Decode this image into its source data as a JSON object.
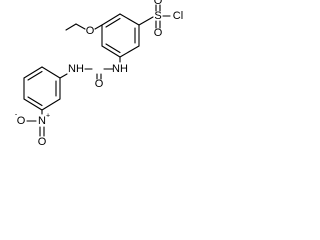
{
  "molecule": {
    "atom_labels": {
      "sulfonyl": "S",
      "chlorine": "Cl",
      "sulfonyl_oxygen_top": "O",
      "sulfonyl_oxygen_bottom": "O",
      "ether_oxygen": "O",
      "urea_nh_right": "NH",
      "urea_nh_left": "NH",
      "carbonyl_oxygen": "O",
      "nitro_nitrogen": "N",
      "nitro_oxygen_top": "O",
      "nitro_oxygen_bottom": "O",
      "nitro_oxygen_charge": "-",
      "nitro_nitrogen_charge": "+"
    }
  }
}
